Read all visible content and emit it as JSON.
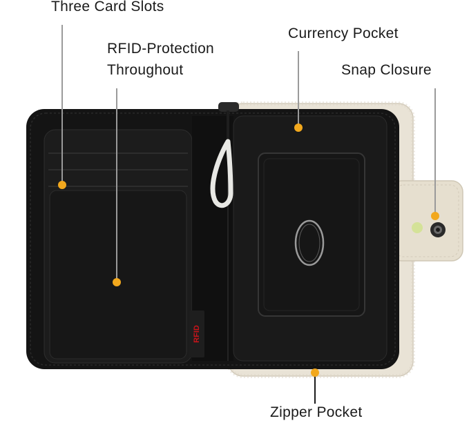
{
  "callouts": {
    "card_slots": "Three Card Slots",
    "rfid_line1": "RFID-Protection",
    "rfid_line2": "Throughout",
    "currency": "Currency Pocket",
    "snap": "Snap Closure",
    "zipper": "Zipper Pocket"
  },
  "tag_text": "RFID",
  "colors": {
    "callout_dot": "#f2a81d",
    "leader_line": "#9a9a9a",
    "wallet_black": "#141414",
    "canvas_cream": "#e9e3d6",
    "tag_red": "#c8141a"
  }
}
